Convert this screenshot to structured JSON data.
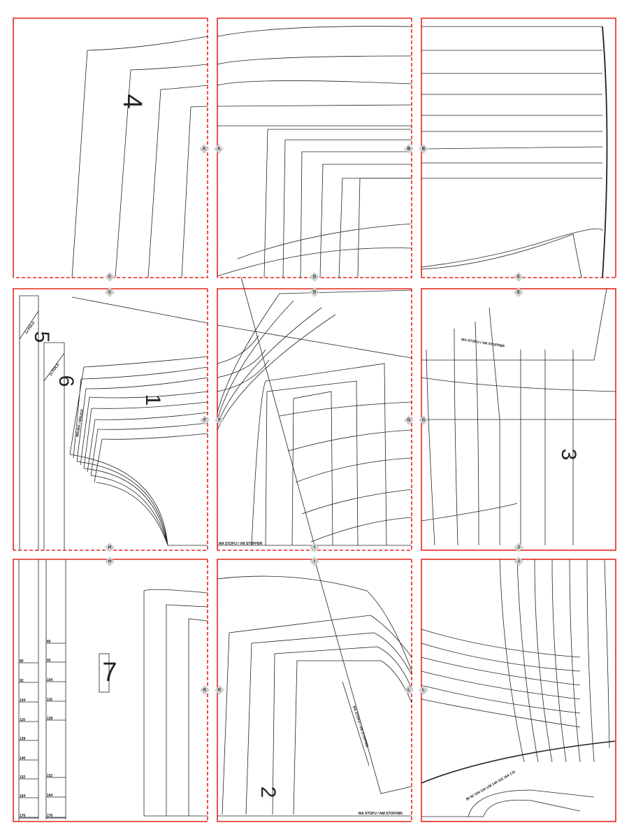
{
  "sheet": {
    "accent_color": "#e8261c",
    "registration_marks": [
      "A",
      "B",
      "C",
      "D",
      "E",
      "F",
      "G",
      "H",
      "I",
      "J",
      "K",
      "L"
    ],
    "piece_numbers": [
      "1",
      "2",
      "3",
      "4",
      "5",
      "6",
      "7"
    ],
    "sizes": [
      "80",
      "92",
      "104",
      "116",
      "128",
      "140",
      "152",
      "164",
      "176"
    ],
    "notes": {
      "grain_middle": "MA STOFU / VM STOFFBR",
      "grain_bottom": "MA STOFU / NM STOFFBR.",
      "grain_right": "MA STOFU / VM STOFFBR",
      "fold_piece1": "BRUĐE / BRUCH",
      "strip5": "1x FOLD",
      "strip6": "1x FOLD",
      "diag_bottom": "MA STOFU / VM STOFFBR",
      "arc_label": "80 92 104 116 128 140 152 164 176"
    }
  }
}
